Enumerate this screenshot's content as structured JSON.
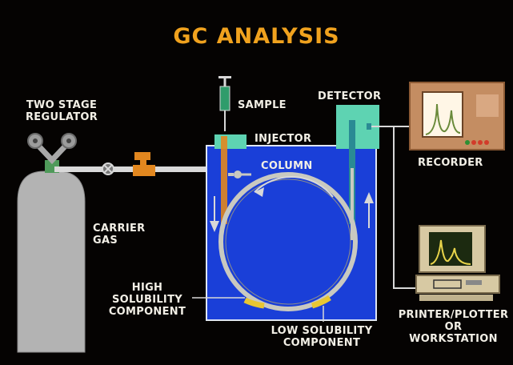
{
  "title": "GC  ANALYSIS",
  "labels": {
    "regulator": [
      "TWO STAGE",
      "REGULATOR"
    ],
    "sample": "SAMPLE",
    "detector": "DETECTOR",
    "injector": "INJECTOR",
    "column": "COLUMN",
    "recorder": "RECORDER",
    "carrier_gas": [
      "CARRIER",
      "GAS"
    ],
    "high_solubility": [
      "HIGH",
      "SOLUBILITY",
      "COMPONENT"
    ],
    "low_solubility": [
      "LOW SOLUBILITY",
      "COMPONENT"
    ],
    "workstation": [
      "PRINTER/PLOTTER",
      "OR",
      "WORKSTATION"
    ]
  },
  "colors": {
    "title": "#f0a21e",
    "oven": "#1a3fd8",
    "oven_border": "#dfe6f2",
    "injector_block": "#5ed3b2",
    "detector_block": "#5ed3b2",
    "column_tube": "#c9c9c0",
    "valve": "#e2871f",
    "tank": "#b3b3b3",
    "recorder_body": "#c48d62",
    "peak_trace": "#e8d44a",
    "high_component": "#e8c632",
    "low_component": "#e8c632"
  }
}
